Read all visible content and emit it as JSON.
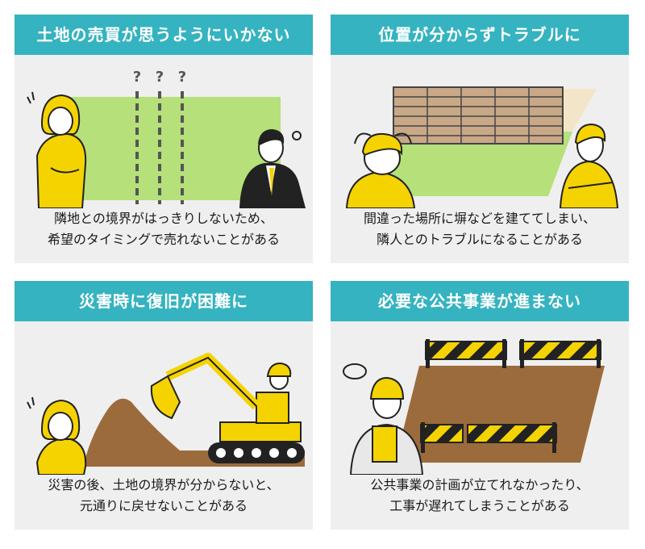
{
  "cards": [
    {
      "title": "土地の売買が思うようにいかない",
      "caption1": "隣地との境界がはっきりしないため、",
      "caption2": "希望のタイミングで売れないことがある",
      "marks": "？？？"
    },
    {
      "title": "位置が分からずトラブルに",
      "caption1": "間違った場所に塀などを建ててしまい、",
      "caption2": "隣人とのトラブルになることがある"
    },
    {
      "title": "災害時に復旧が困難に",
      "caption1": "災害の後、土地の境界が分からないと、",
      "caption2": "元通りに戻せないことがある"
    },
    {
      "title": "必要な公共事業が進まない",
      "caption1": "公共事業の計画が立てれなかったり、",
      "caption2": "工事が遅れてしまうことがある"
    }
  ],
  "colors": {
    "header": "#35b3c0",
    "card": "#efefef",
    "grass": "#b5e07a",
    "dirt": "#9c6b3c",
    "yellow": "#f5d300",
    "dark": "#222222"
  }
}
